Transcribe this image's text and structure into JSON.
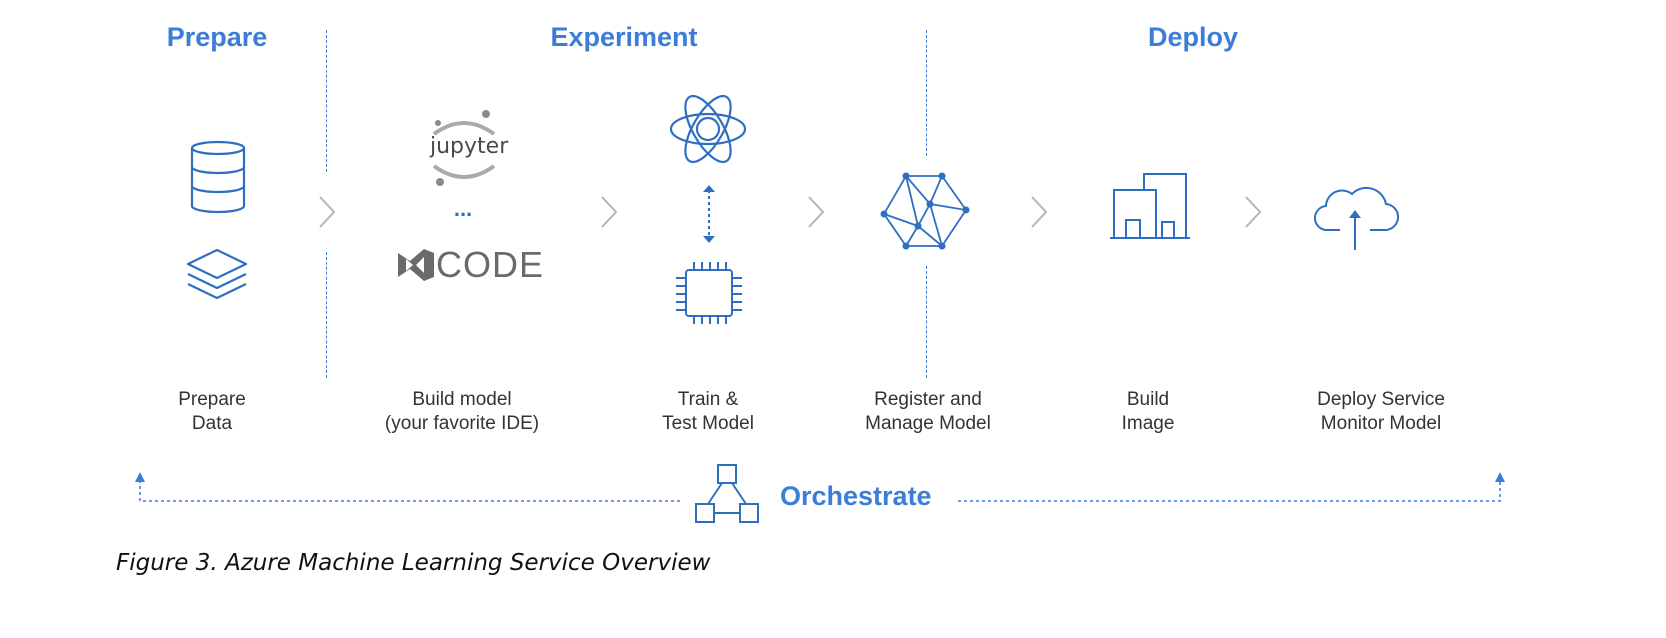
{
  "phases": {
    "prepare": "Prepare",
    "experiment": "Experiment",
    "deploy": "Deploy"
  },
  "steps": [
    {
      "line1": "Prepare",
      "line2": "Data",
      "icons": [
        "database-icon",
        "layers-icon"
      ]
    },
    {
      "line1": "Build model",
      "line2": "(your favorite IDE)",
      "icons": [
        "jupyter-logo",
        "vscode-logo"
      ]
    },
    {
      "line1": "Train &",
      "line2": "Test Model",
      "icons": [
        "atom-icon",
        "chip-icon"
      ]
    },
    {
      "line1": "Register and",
      "line2": "Manage Model",
      "icons": [
        "network-model-icon"
      ]
    },
    {
      "line1": "Build",
      "line2": "Image",
      "icons": [
        "building-image-icon"
      ]
    },
    {
      "line1": "Deploy Service",
      "line2": "Monitor Model",
      "icons": [
        "cloud-upload-icon"
      ]
    }
  ],
  "ide": {
    "jupyter": "jupyter",
    "ellipsis": "...",
    "code": "CODE"
  },
  "orchestrate": "Orchestrate",
  "caption": "Figure 3. Azure Machine Learning Service Overview",
  "colors": {
    "accent": "#3b7dd8",
    "icon": "#2f6fc2",
    "chevron": "#b5b5b5",
    "text": "#333333"
  }
}
